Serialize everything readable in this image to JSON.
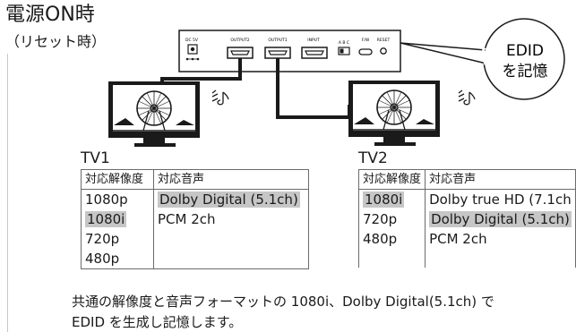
{
  "header": {
    "title": "電源ON時",
    "subtitle": "（リセット時）"
  },
  "device": {
    "dc_label": "DC 5V",
    "output2_label": "OUTPUT2",
    "output1_label": "OUTPUT1",
    "input_label": "INPUT",
    "abc_label": "A  B  C",
    "fw_label": "F/W",
    "reset_label": "RESET"
  },
  "callout": {
    "line1": "EDID",
    "line2": "を記憶"
  },
  "tv1": {
    "label": "TV1",
    "col_resolution": "対応解像度",
    "col_audio": "対応音声",
    "resolutions": [
      {
        "text": "1080p",
        "highlight": false
      },
      {
        "text": "1080i",
        "highlight": true
      },
      {
        "text": "720p",
        "highlight": false
      },
      {
        "text": "480p",
        "highlight": false
      }
    ],
    "audio": [
      {
        "text": "Dolby Digital (5.1ch)",
        "highlight": true
      },
      {
        "text": "PCM 2ch",
        "highlight": false
      }
    ]
  },
  "tv2": {
    "label": "TV2",
    "col_resolution": "対応解像度",
    "col_audio": "対応音声",
    "resolutions": [
      {
        "text": "1080i",
        "highlight": true
      },
      {
        "text": "720p",
        "highlight": false
      },
      {
        "text": "480p",
        "highlight": false
      }
    ],
    "audio": [
      {
        "text": "Dolby true HD (7.1ch",
        "highlight": false
      },
      {
        "text": "Dolby Digital (5.1ch)",
        "highlight": true
      },
      {
        "text": "PCM 2ch",
        "highlight": false
      }
    ]
  },
  "caption": {
    "line1": "共通の解像度と音声フォーマットの 1080i、Dolby Digital(5.1ch) で",
    "line2": "EDID を生成し記憶します。"
  },
  "colors": {
    "highlight": "#c6c6c6",
    "line": "#1a1a1a",
    "tv_frame": "#1a1a1a"
  },
  "icons": {
    "sound": "speaker-sound-icon",
    "screen": "ferris-wheel-icon",
    "power": "power-jack-icon",
    "switch": "dip-switch-icon"
  }
}
